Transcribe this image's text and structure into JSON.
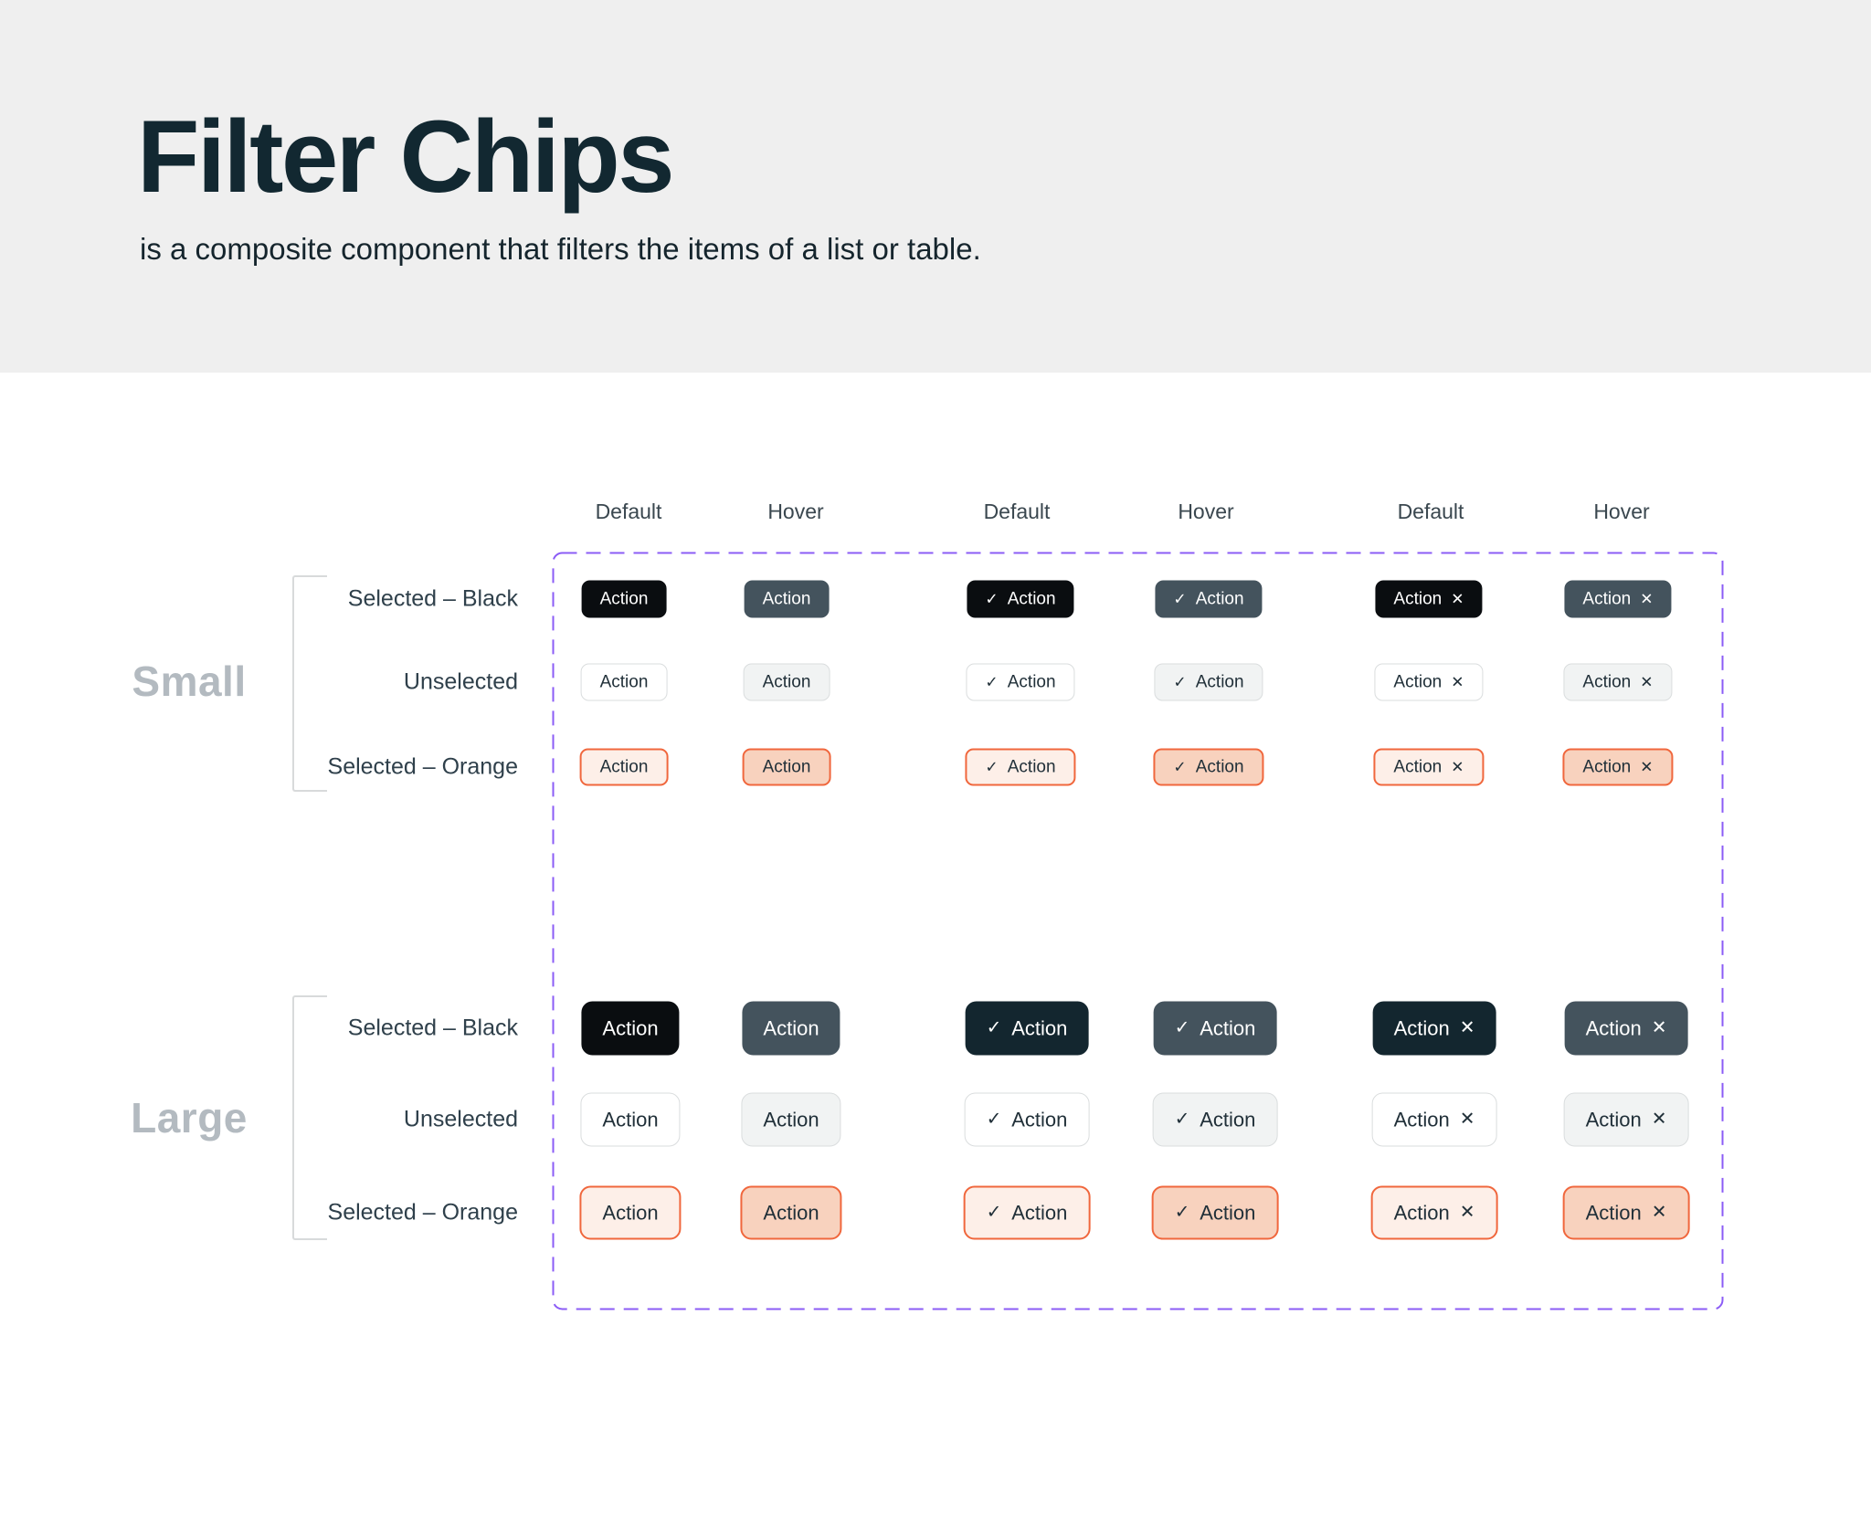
{
  "hero": {
    "title": "Filter Chips",
    "subtitle": "is a composite component that filters the items of a list or table.",
    "background": "#EFEFEF",
    "title_color": "#122831"
  },
  "matrix": {
    "column_headers": [
      "Default",
      "Hover",
      "Default",
      "Hover",
      "Default",
      "Hover"
    ],
    "icons_by_column": [
      "none",
      "none",
      "check",
      "check",
      "close",
      "close"
    ],
    "chip_label": "Action",
    "groups": [
      {
        "name": "Small",
        "rows": [
          {
            "label": "Selected – Black",
            "variants": [
              "black-default",
              "black-hover",
              "black-default",
              "black-hover",
              "black-default",
              "black-hover"
            ]
          },
          {
            "label": "Unselected",
            "variants": [
              "unselected-default",
              "unselected-hover",
              "unselected-default",
              "unselected-hover",
              "unselected-default",
              "unselected-hover"
            ]
          },
          {
            "label": "Selected – Orange",
            "variants": [
              "orange-default",
              "orange-hover",
              "orange-default",
              "orange-hover",
              "orange-default",
              "orange-hover"
            ]
          }
        ]
      },
      {
        "name": "Large",
        "rows": [
          {
            "label": "Selected – Black",
            "variants": [
              "black-default",
              "black-hover",
              "black-navy",
              "black-hover",
              "black-navy",
              "black-hover"
            ]
          },
          {
            "label": "Unselected",
            "variants": [
              "unselected-default",
              "unselected-hover",
              "unselected-default",
              "unselected-hover",
              "unselected-default",
              "unselected-hover"
            ]
          },
          {
            "label": "Selected – Orange",
            "variants": [
              "orange-default",
              "orange-hover",
              "orange-default",
              "orange-hover",
              "orange-default",
              "orange-hover"
            ]
          }
        ]
      }
    ]
  },
  "icons": {
    "check": "✓",
    "close": "✕"
  },
  "colors": {
    "frame_dashed_border": "#8B5CF6",
    "black_default_bg": "#0A0D10",
    "black_navy_bg": "#13262F",
    "black_hover_bg": "#44535D",
    "unselected_default_bg": "#FFFFFF",
    "unselected_hover_bg": "#F1F3F3",
    "unselected_border": "#DADDDE",
    "orange_default_bg": "#FDEFE8",
    "orange_hover_bg": "#F8D2BE",
    "orange_border": "#F0673D",
    "chip_dark_text": "#213039",
    "chip_light_text": "#FFFFFF",
    "row_label_color": "#2F404B",
    "group_label_color": "#B3BAC0",
    "column_header_color": "#3A474F"
  }
}
